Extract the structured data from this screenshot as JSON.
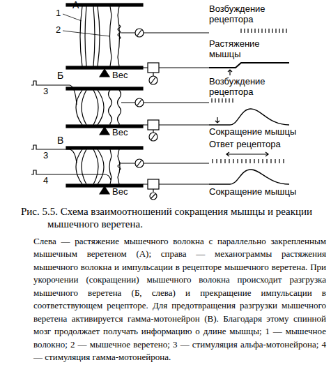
{
  "diagram": {
    "caption": "Рис. 5.5. Схема взаимоотношений сокращения мышцы и реакции мышечного веретена.",
    "labels": [
      "А",
      "1",
      "2",
      "Вес",
      "Возбуждение рецептора",
      "Растяжение мышцы",
      "Б",
      "3",
      "Вес",
      "Возбуждение рецептора",
      "Сокращение мышцы",
      "В",
      "3",
      "4",
      "Вес",
      "Ответ рецептора",
      "Сокращение мышцы",
      "Слева — растяжение мышечного волокна с параллельно закрепленным мышечным веретеном (А); справа — механограммы растяжения мышечного волокна и импульсации в рецепторе мышечного веретена. При укорочении (сокращении) мышечного волокна происходит разгрузка мышечного веретена (Б, слева) и прекращение импульсации в соответствующем рецепторе. Для предотвращения разгрузки мышечного веретена активируется гамма-мотонейрон (В). Благодаря этому спинной мозг продолжает получать информацию о длине мышцы; 1 — мышечное волокно; 2 — мышечное веретено; 3 — стимуляция альфа-мотонейрона; 4 — стимуляция гамма-мотонейрона."
    ]
  }
}
